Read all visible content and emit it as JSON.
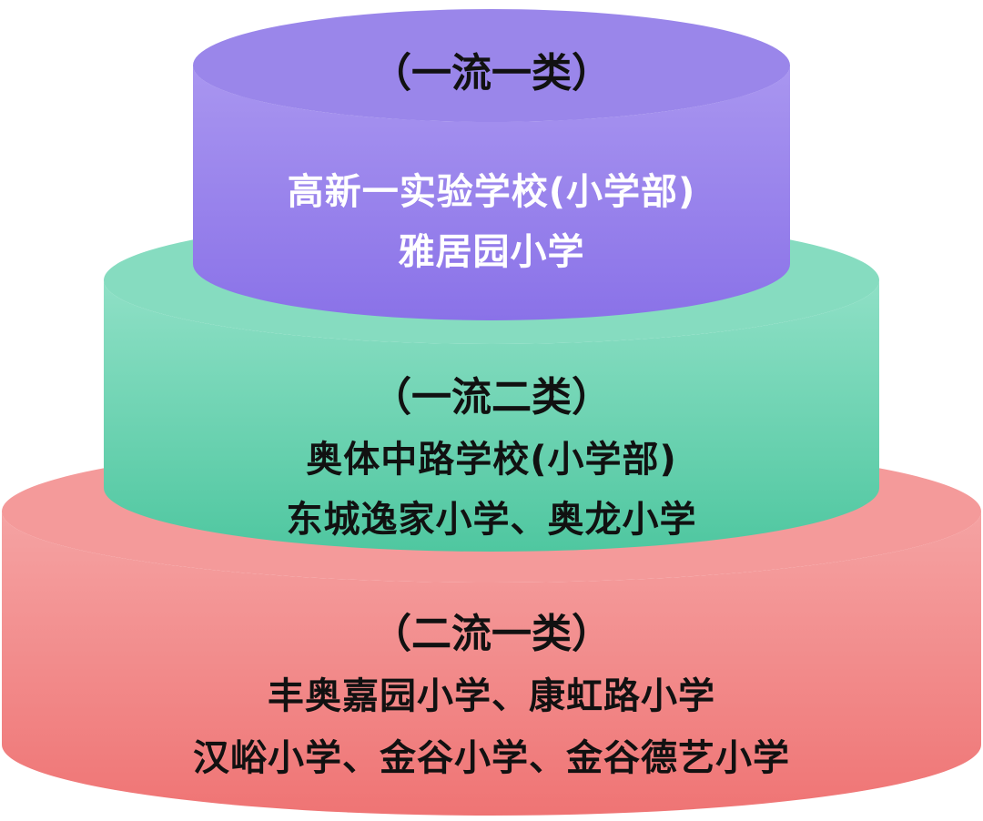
{
  "tiers": {
    "top": {
      "heading": "（一流一类）",
      "line1": "高新一实验学校(小学部)",
      "line2": "雅居园小学",
      "colors": {
        "top": "#9a86ea",
        "body_from": "#a996f0",
        "body_to": "#8a72e8",
        "edge": "#6f5bd0"
      }
    },
    "middle": {
      "heading": "（一流二类）",
      "line1": "奥体中路学校(小学部)",
      "line2": "东城逸家小学、奥龙小学",
      "colors": {
        "top": "#86dcc0",
        "body_from": "#8fe0c6",
        "body_to": "#4fc7a0",
        "edge": "#3aa885"
      }
    },
    "bottom": {
      "heading": "（二流一类）",
      "line1": "丰奥嘉园小学、康虹路小学",
      "line2": "汉峪小学、金谷小学、金谷德艺小学",
      "colors": {
        "top": "#f49a9a",
        "body_from": "#f5a3a3",
        "body_to": "#ef7474",
        "edge": "#d65b5b"
      }
    }
  }
}
